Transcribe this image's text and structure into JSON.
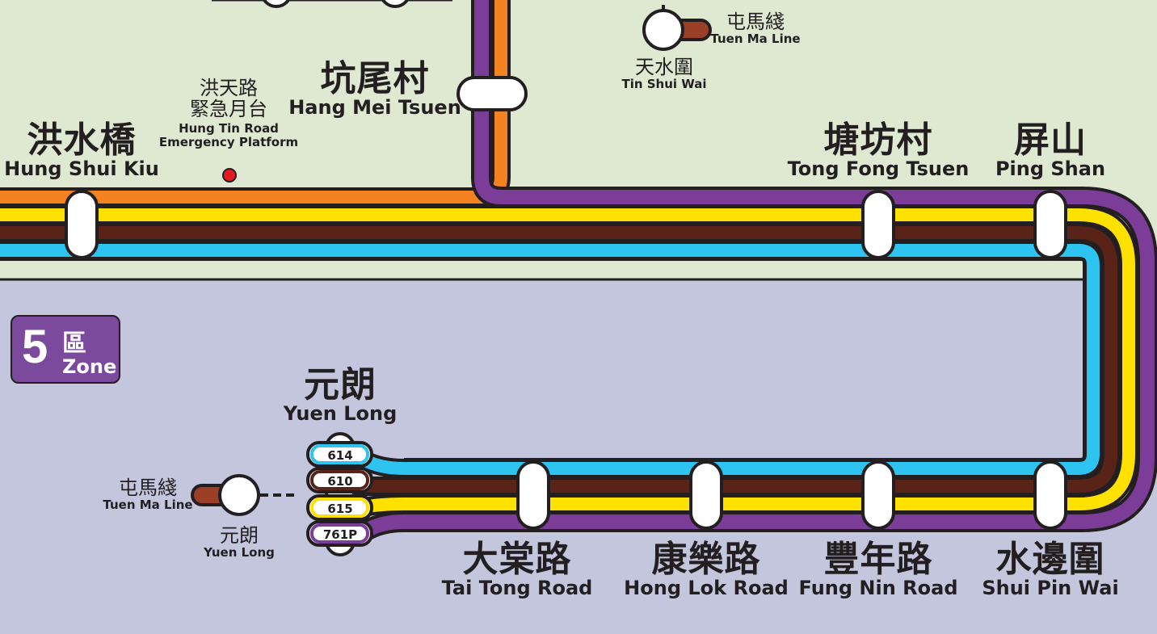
{
  "zone": {
    "number": "5",
    "label_zh": "區",
    "label_en": "Zone"
  },
  "line_colors": {
    "route_614": "#2ec4f2",
    "route_610": "#5a2317",
    "route_615": "#ffe100",
    "route_761P": "#7b3d98",
    "orange_route": "#f58220",
    "tuen_ma_line": "#9b3f26",
    "emergency_dot": "#e31b23",
    "upper_area": "#dfe9d2",
    "lower_area": "#c4c6de"
  },
  "routes": [
    "614",
    "610",
    "615",
    "761P"
  ],
  "stations": {
    "hung_shui_kiu": {
      "zh": "洪水橋",
      "en": "Hung Shui Kiu"
    },
    "hung_tin_road": {
      "zh_1": "洪天路",
      "zh_2": "緊急月台",
      "en_1": "Hung Tin Road",
      "en_2": "Emergency Platform"
    },
    "hang_mei_tsuen": {
      "zh": "坑尾村",
      "en": "Hang Mei Tsuen"
    },
    "tin_shui_wai": {
      "zh": "天水圍",
      "en": "Tin Shui Wai"
    },
    "tong_fong_tsuen": {
      "zh": "塘坊村",
      "en": "Tong Fong Tsuen"
    },
    "ping_shan": {
      "zh": "屏山",
      "en": "Ping Shan"
    },
    "yuen_long": {
      "zh": "元朗",
      "en": "Yuen Long"
    },
    "yuen_long_mtr": {
      "zh": "元朗",
      "en": "Yuen Long"
    },
    "tai_tong_road": {
      "zh": "大棠路",
      "en": "Tai Tong Road"
    },
    "hong_lok_road": {
      "zh": "康樂路",
      "en": "Hong Lok Road"
    },
    "fung_nin_road": {
      "zh": "豐年路",
      "en": "Fung Nin Road"
    },
    "shui_pin_wai": {
      "zh": "水邊圍",
      "en": "Shui Pin Wai"
    }
  },
  "tuen_ma_line_top": {
    "zh": "屯馬綫",
    "en": "Tuen Ma Line"
  },
  "tuen_ma_line_bottom": {
    "zh": "屯馬綫",
    "en": "Tuen Ma Line"
  }
}
